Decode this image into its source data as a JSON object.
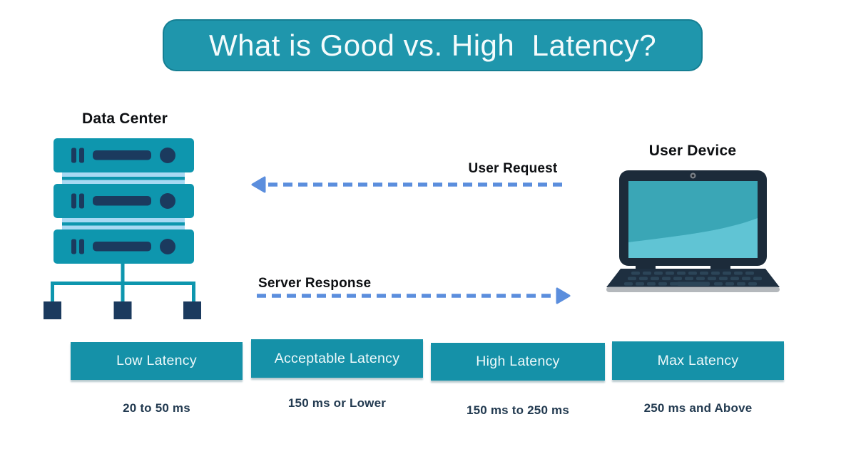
{
  "title": "What is Good vs. High  Latency?",
  "data_center": {
    "label": "Data Center"
  },
  "user_device": {
    "label": "User Device"
  },
  "flows": {
    "request_label": "User Request",
    "response_label": "Server Response"
  },
  "latency_levels": [
    {
      "label": "Low Latency",
      "value": "20 to 50 ms"
    },
    {
      "label": "Acceptable Latency",
      "value": "150 ms or Lower"
    },
    {
      "label": "High Latency",
      "value": "150 ms to 250 ms"
    },
    {
      "label": "Max Latency",
      "value": "250 ms and Above"
    }
  ],
  "colors": {
    "banner_teal": "#1f96ac",
    "box_teal": "#1591a8",
    "server_teal": "#0e96ae",
    "navy": "#1b3a5e",
    "light_blue": "#a8d9f3",
    "arrow_blue": "#5b8edd",
    "value_text": "#223a50",
    "label_black": "#0d0f12"
  }
}
